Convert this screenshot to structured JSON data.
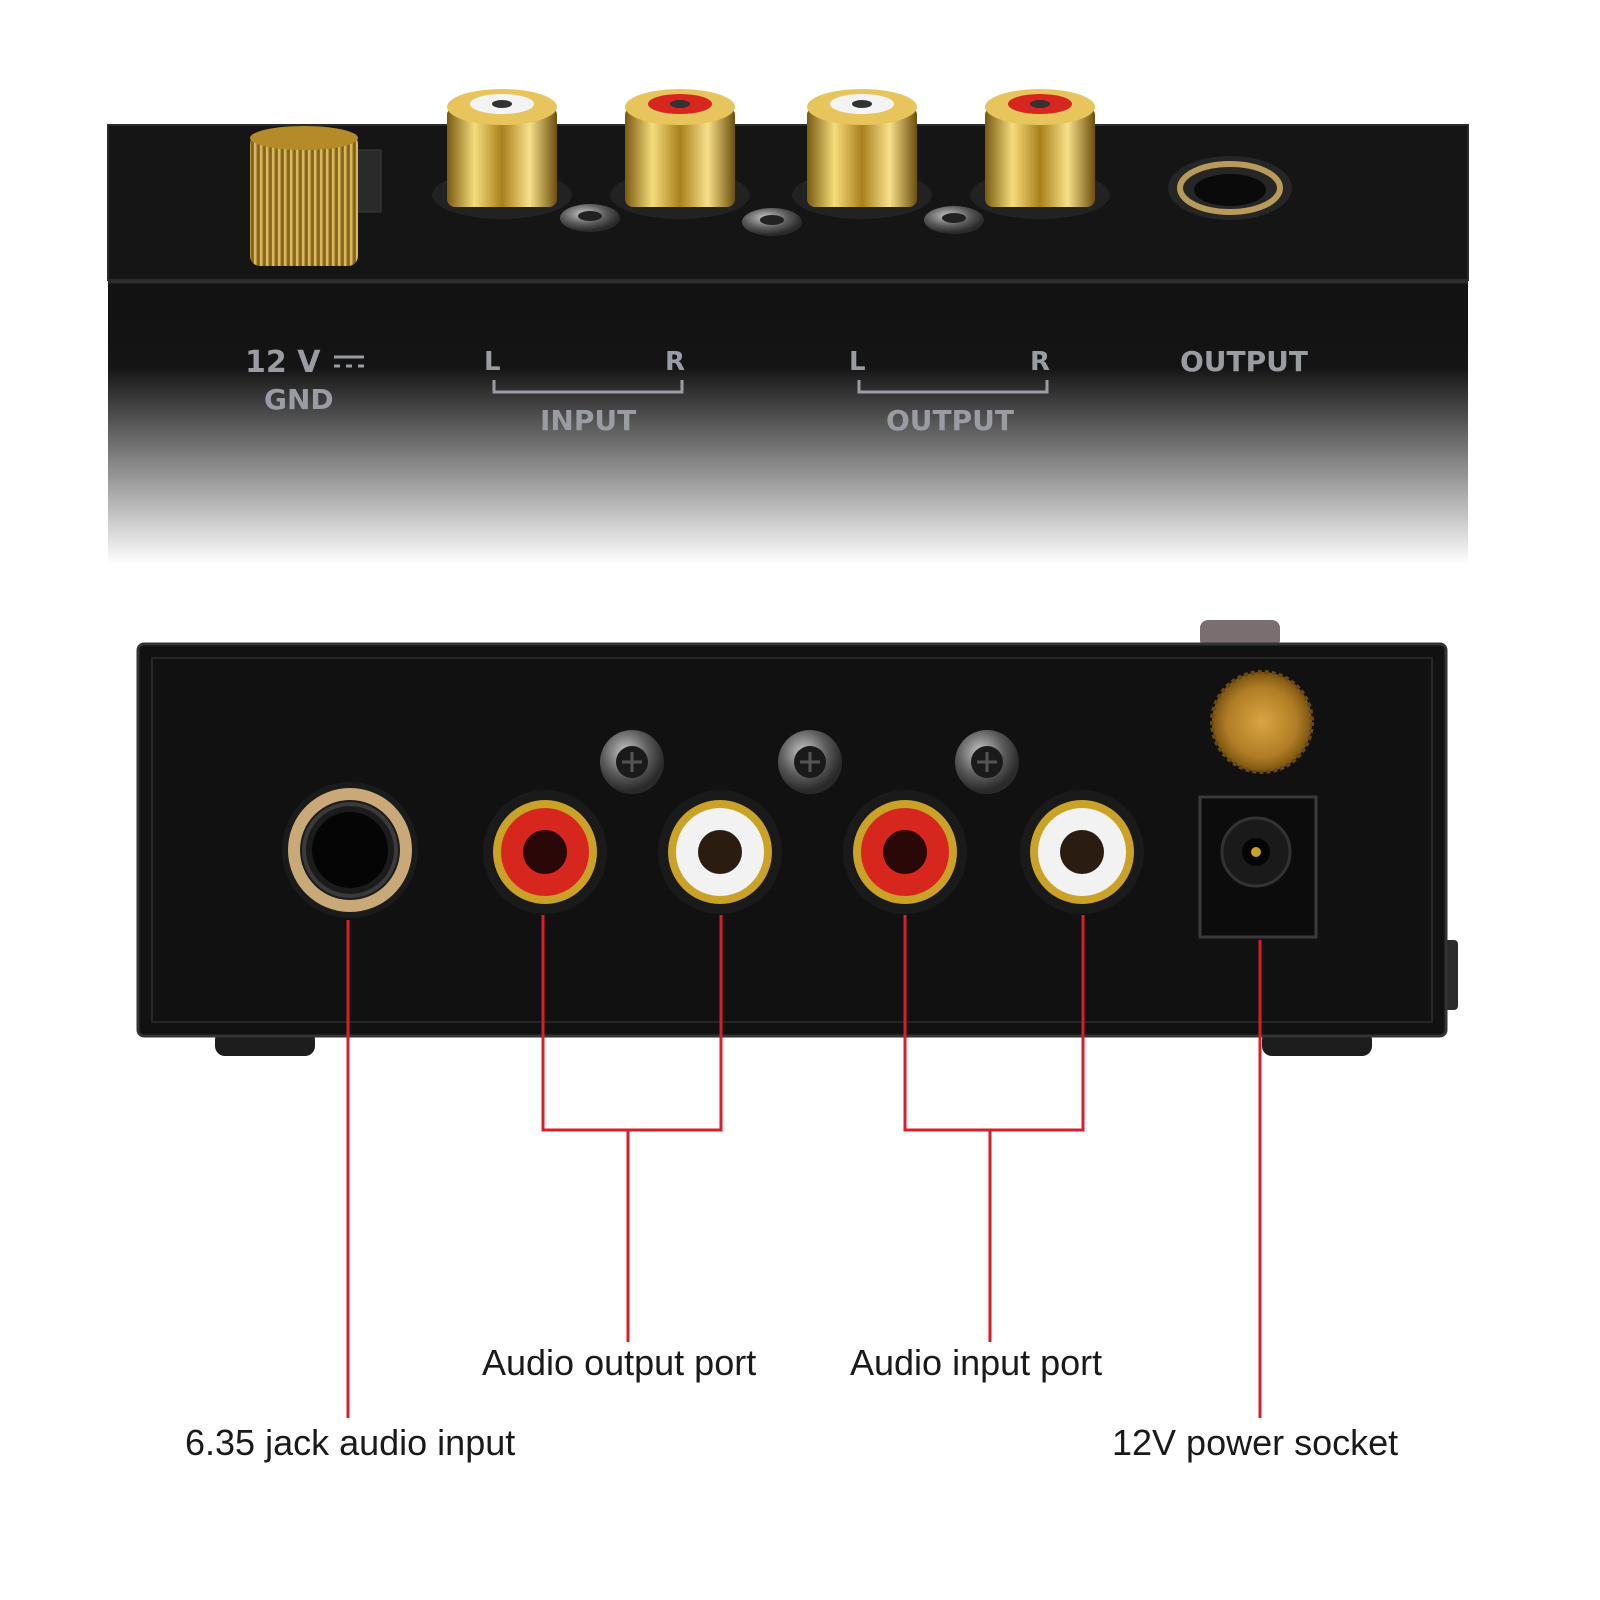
{
  "top_panel": {
    "power_label_voltage": "12 V",
    "power_label_gnd": "GND",
    "input_l": "L",
    "input_r": "R",
    "input_label": "INPUT",
    "output_l": "L",
    "output_r": "R",
    "output_label": "OUTPUT",
    "jack_output_label": "OUTPUT"
  },
  "callouts": {
    "jack_input": "6.35 jack audio input",
    "audio_output": "Audio output port",
    "audio_input": "Audio input port",
    "power_socket": "12V power socket"
  },
  "colors": {
    "chassis": "#111111",
    "gold": "#c9a227",
    "rca_red": "#d7261e",
    "rca_white": "#f2f2f2",
    "leader_line": "#d81e2a",
    "silkscreen": "#9a9ca3"
  }
}
